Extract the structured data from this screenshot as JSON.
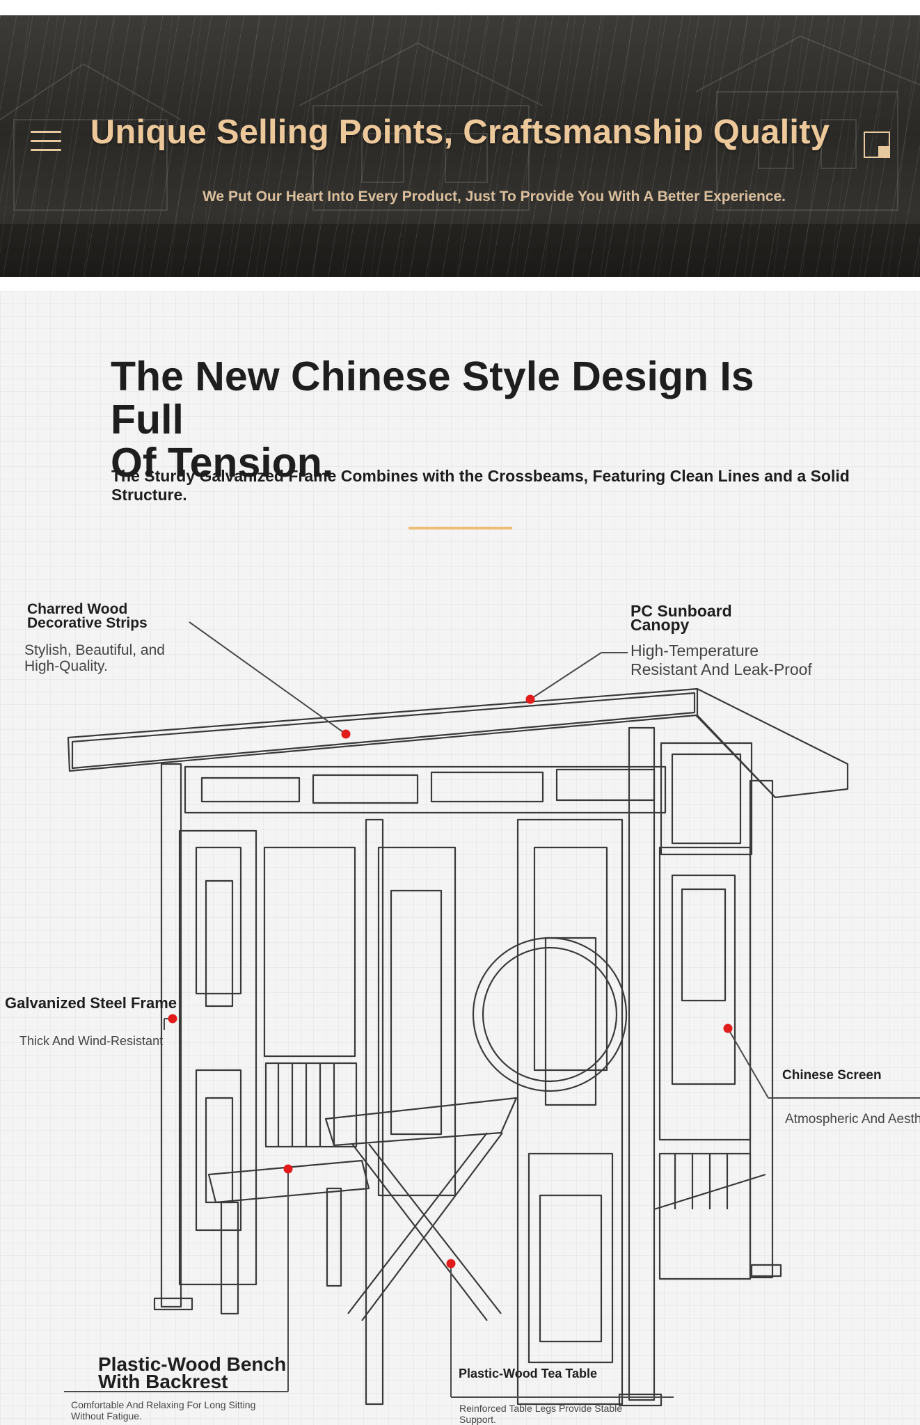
{
  "hero": {
    "title": "Unique Selling Points, Craftsmanship Quality",
    "subtitle": "We Put Our Heart Into Every Product, Just To Provide You With A Better Experience."
  },
  "main": {
    "title_line1": "The New Chinese Style Design Is Full",
    "title_line2": "Of Tension.",
    "subtitle": "The Sturdy Galvanized Frame Combines with the Crossbeams, Featuring Clean Lines and a Solid Structure."
  },
  "features": {
    "charred_wood": {
      "title_line1": "Charred Wood",
      "title_line2": "Decorative Strips",
      "desc_line1": "Stylish, Beautiful, and",
      "desc_line2": "High-Quality."
    },
    "pc_canopy": {
      "title_line1": "PC Sunboard",
      "title_line2": "Canopy",
      "desc_line1": "High-Temperature",
      "desc_line2": "Resistant And Leak-Proof"
    },
    "steel_frame": {
      "title": "Galvanized Steel Frame",
      "desc": "Thick And Wind-Resistant"
    },
    "chinese_screen": {
      "title": "Chinese Screen",
      "desc": "Atmospheric And Aesth"
    },
    "bench": {
      "title_line1": "Plastic-Wood Bench",
      "title_line2": "With Backrest",
      "desc_line1": "Comfortable And Relaxing For Long Sitting",
      "desc_line2": "Without Fatigue."
    },
    "tea_table": {
      "title": "Plastic-Wood Tea Table",
      "desc_line1": "Reinforced Table Legs Provide Stable",
      "desc_line2": "Support."
    }
  },
  "colors": {
    "hero_title": "#ecc89b",
    "accent": "#eebd76",
    "marker": "#e21b1b",
    "hero_bg": "#2f2d2a"
  },
  "icons": {
    "menu": "hamburger-menu-icon",
    "corner": "square-corner-icon"
  }
}
